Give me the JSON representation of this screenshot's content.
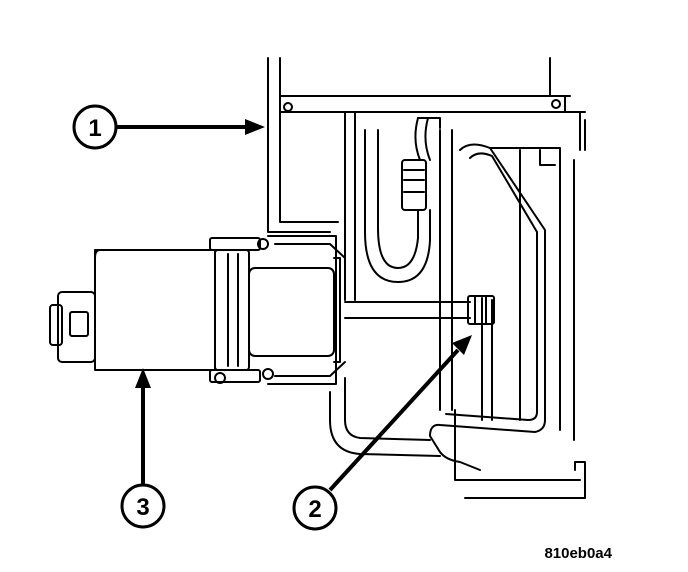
{
  "diagram": {
    "callouts": [
      {
        "id": "1",
        "label": "1"
      },
      {
        "id": "2",
        "label": "2"
      },
      {
        "id": "3",
        "label": "3"
      }
    ],
    "reference_code": "810eb0a4",
    "colors": {
      "line": "#000000",
      "background": "#ffffff"
    }
  }
}
